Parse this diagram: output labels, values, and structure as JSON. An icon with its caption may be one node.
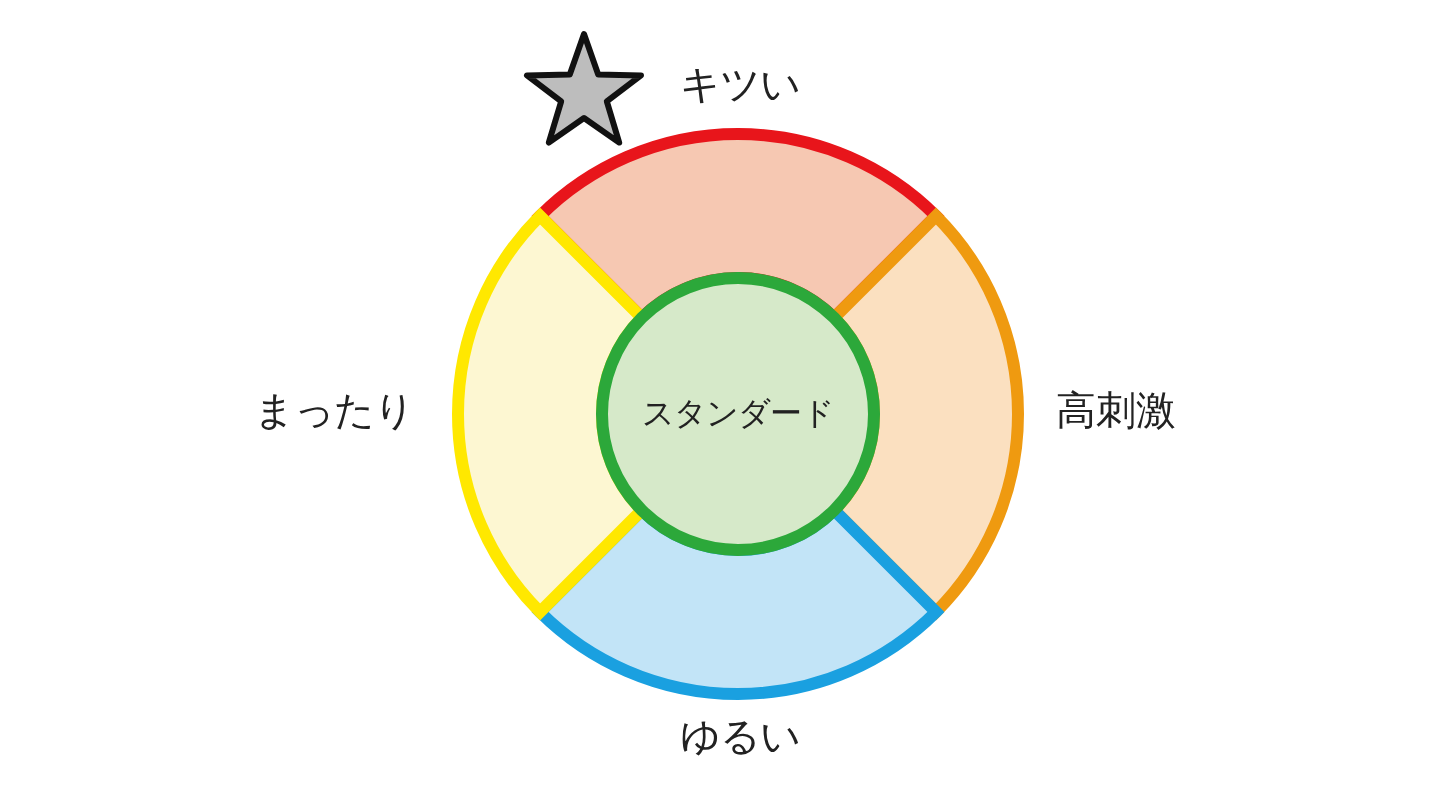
{
  "diagram": {
    "nodes": [
      {
        "text": [
          "キツい"
        ]
      },
      {
        "text": [
          "高刺激"
        ]
      },
      {
        "text": [
          "ゆるい"
        ]
      },
      {
        "text": [
          "まったり"
        ]
      },
      {
        "text": [
          "スタンダード"
        ]
      }
    ]
  }
}
